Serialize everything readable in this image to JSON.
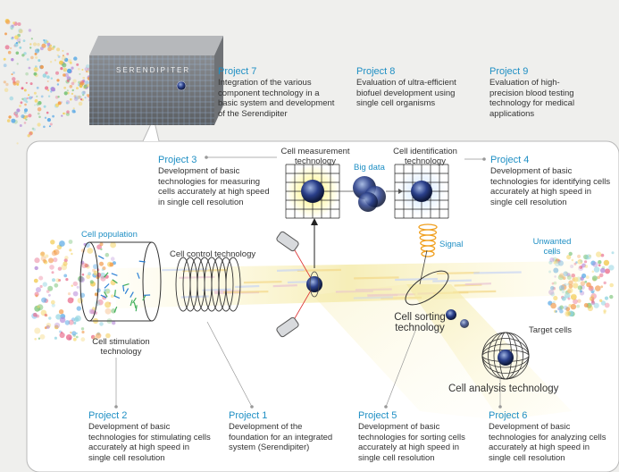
{
  "device_name": "SERENDIPITER",
  "colors": {
    "accent_blue": "#1f8fc4",
    "beam_yellow": "#f3e8a0",
    "signal_orange": "#f0a020",
    "panel_border": "#b9b9b9"
  },
  "labels": {
    "cell_population": "Cell population",
    "cell_control": "Cell control technology",
    "cell_stimulation": "Cell stimulation technology",
    "cell_measurement": "Cell measurement technology",
    "big_data": "Big data",
    "cell_identification": "Cell identification technology",
    "signal": "Signal",
    "unwanted_cells": "Unwanted cells",
    "cell_sorting": "Cell sorting technology",
    "target_cells": "Target cells",
    "cell_analysis": "Cell analysis technology"
  },
  "projects": {
    "p1": {
      "title": "Project 1",
      "desc": "Development of the foundation for an integrated system (Serendipiter)"
    },
    "p2": {
      "title": "Project 2",
      "desc": "Development of basic technologies for stimulating cells accurately at high speed in single cell resolution"
    },
    "p3": {
      "title": "Project 3",
      "desc": "Development of basic technologies for measuring cells accurately at high speed in single cell resolution"
    },
    "p4": {
      "title": "Project 4",
      "desc": "Development of basic technologies for identifying cells accurately at high speed in single cell resolution"
    },
    "p5": {
      "title": "Project 5",
      "desc": "Development of basic technologies for sorting cells accurately at high speed in single cell resolution"
    },
    "p6": {
      "title": "Project 6",
      "desc": "Development of basic technologies for analyzing cells accurately at high speed in single cell resolution"
    },
    "p7": {
      "title": "Project 7",
      "desc": "Integration of the various component technology in a basic system and development of the Serendipiter"
    },
    "p8": {
      "title": "Project 8",
      "desc": "Evaluation of ultra-efficient biofuel development using single cell organisms"
    },
    "p9": {
      "title": "Project 9",
      "desc": "Evaluation of high-precision blood testing technology for medical applications"
    }
  }
}
